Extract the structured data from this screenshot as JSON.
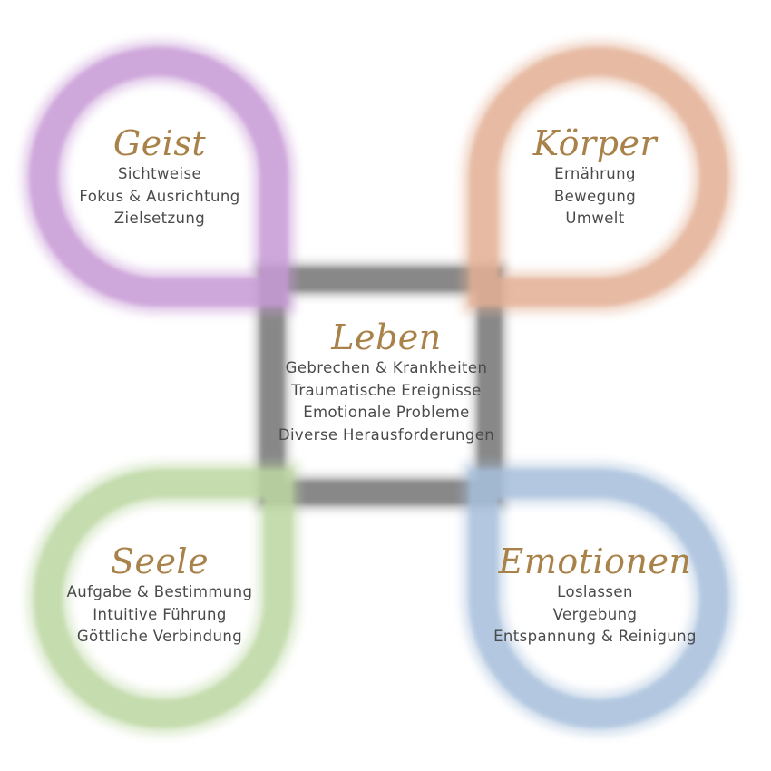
{
  "colors": {
    "title": "#a9824a",
    "text": "#4a4a4a",
    "geist": "#c79ad6",
    "koerper": "#e3b095",
    "seele": "#bcd7a2",
    "emotionen": "#a7c0dc",
    "leben": "#7d7d7d"
  },
  "geist": {
    "title": "Geist",
    "items": [
      "Sichtweise",
      "Fokus & Ausrichtung",
      "Zielsetzung"
    ]
  },
  "koerper": {
    "title": "Körper",
    "items": [
      "Ernährung",
      "Bewegung",
      "Umwelt"
    ]
  },
  "leben": {
    "title": "Leben",
    "items": [
      "Gebrechen & Krankheiten",
      "Traumatische Ereignisse",
      "Emotionale Probleme",
      "Diverse Herausforderungen"
    ]
  },
  "seele": {
    "title": "Seele",
    "items": [
      "Aufgabe & Bestimmung",
      "Intuitive Führung",
      "Göttliche Verbindung"
    ]
  },
  "emotionen": {
    "title": "Emotionen",
    "items": [
      "Loslassen",
      "Vergebung",
      "Entspannung & Reinigung"
    ]
  }
}
